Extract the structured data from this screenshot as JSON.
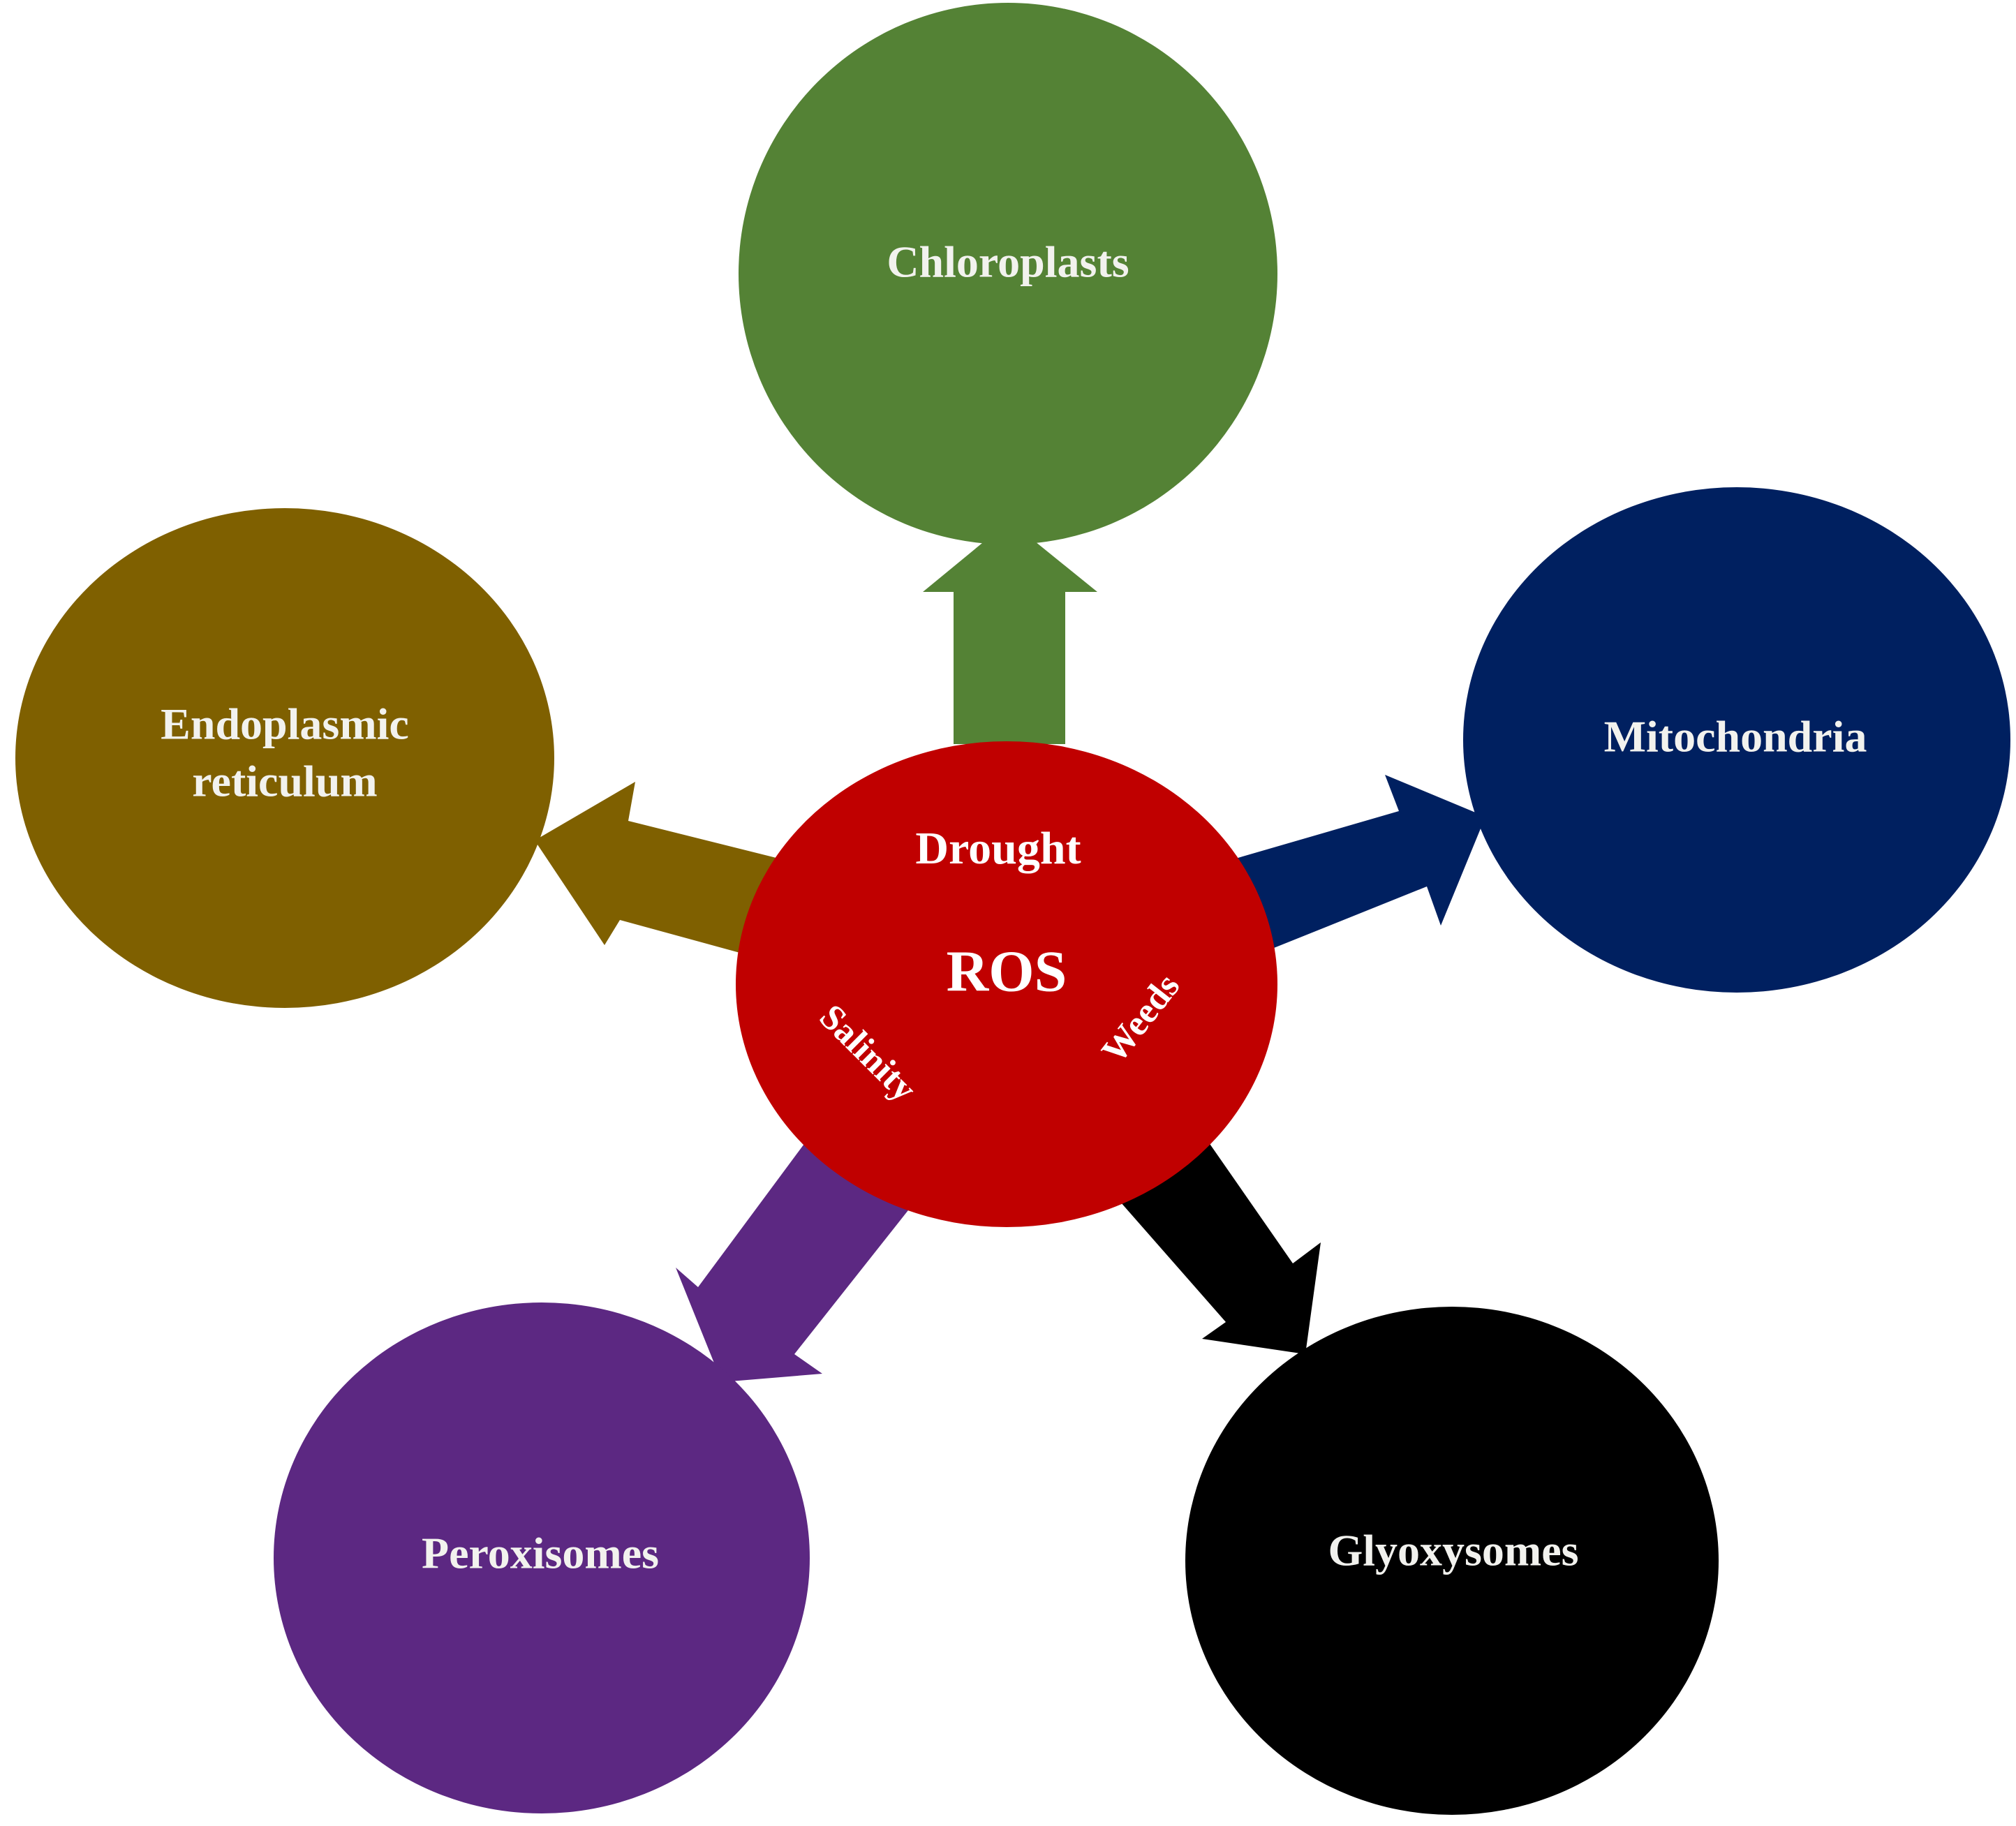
{
  "center": {
    "title": "ROS",
    "stressors": {
      "top": "Drought",
      "left": "Salinity",
      "right": "Weeds"
    },
    "color": "#c00000"
  },
  "organelles": {
    "chloroplasts": {
      "label": "Chloroplasts",
      "color": "#548235"
    },
    "mitochondria": {
      "label": "Mitochondria",
      "color": "#002060"
    },
    "endoplasmic_reticulum": {
      "line1": "Endoplasmic",
      "line2": "reticulum",
      "color": "#7f6000"
    },
    "peroxisomes": {
      "label": "Peroxisomes",
      "color": "#5c2882"
    },
    "glyoxysomes": {
      "label": "Glyoxysomes",
      "color": "#000000"
    }
  }
}
